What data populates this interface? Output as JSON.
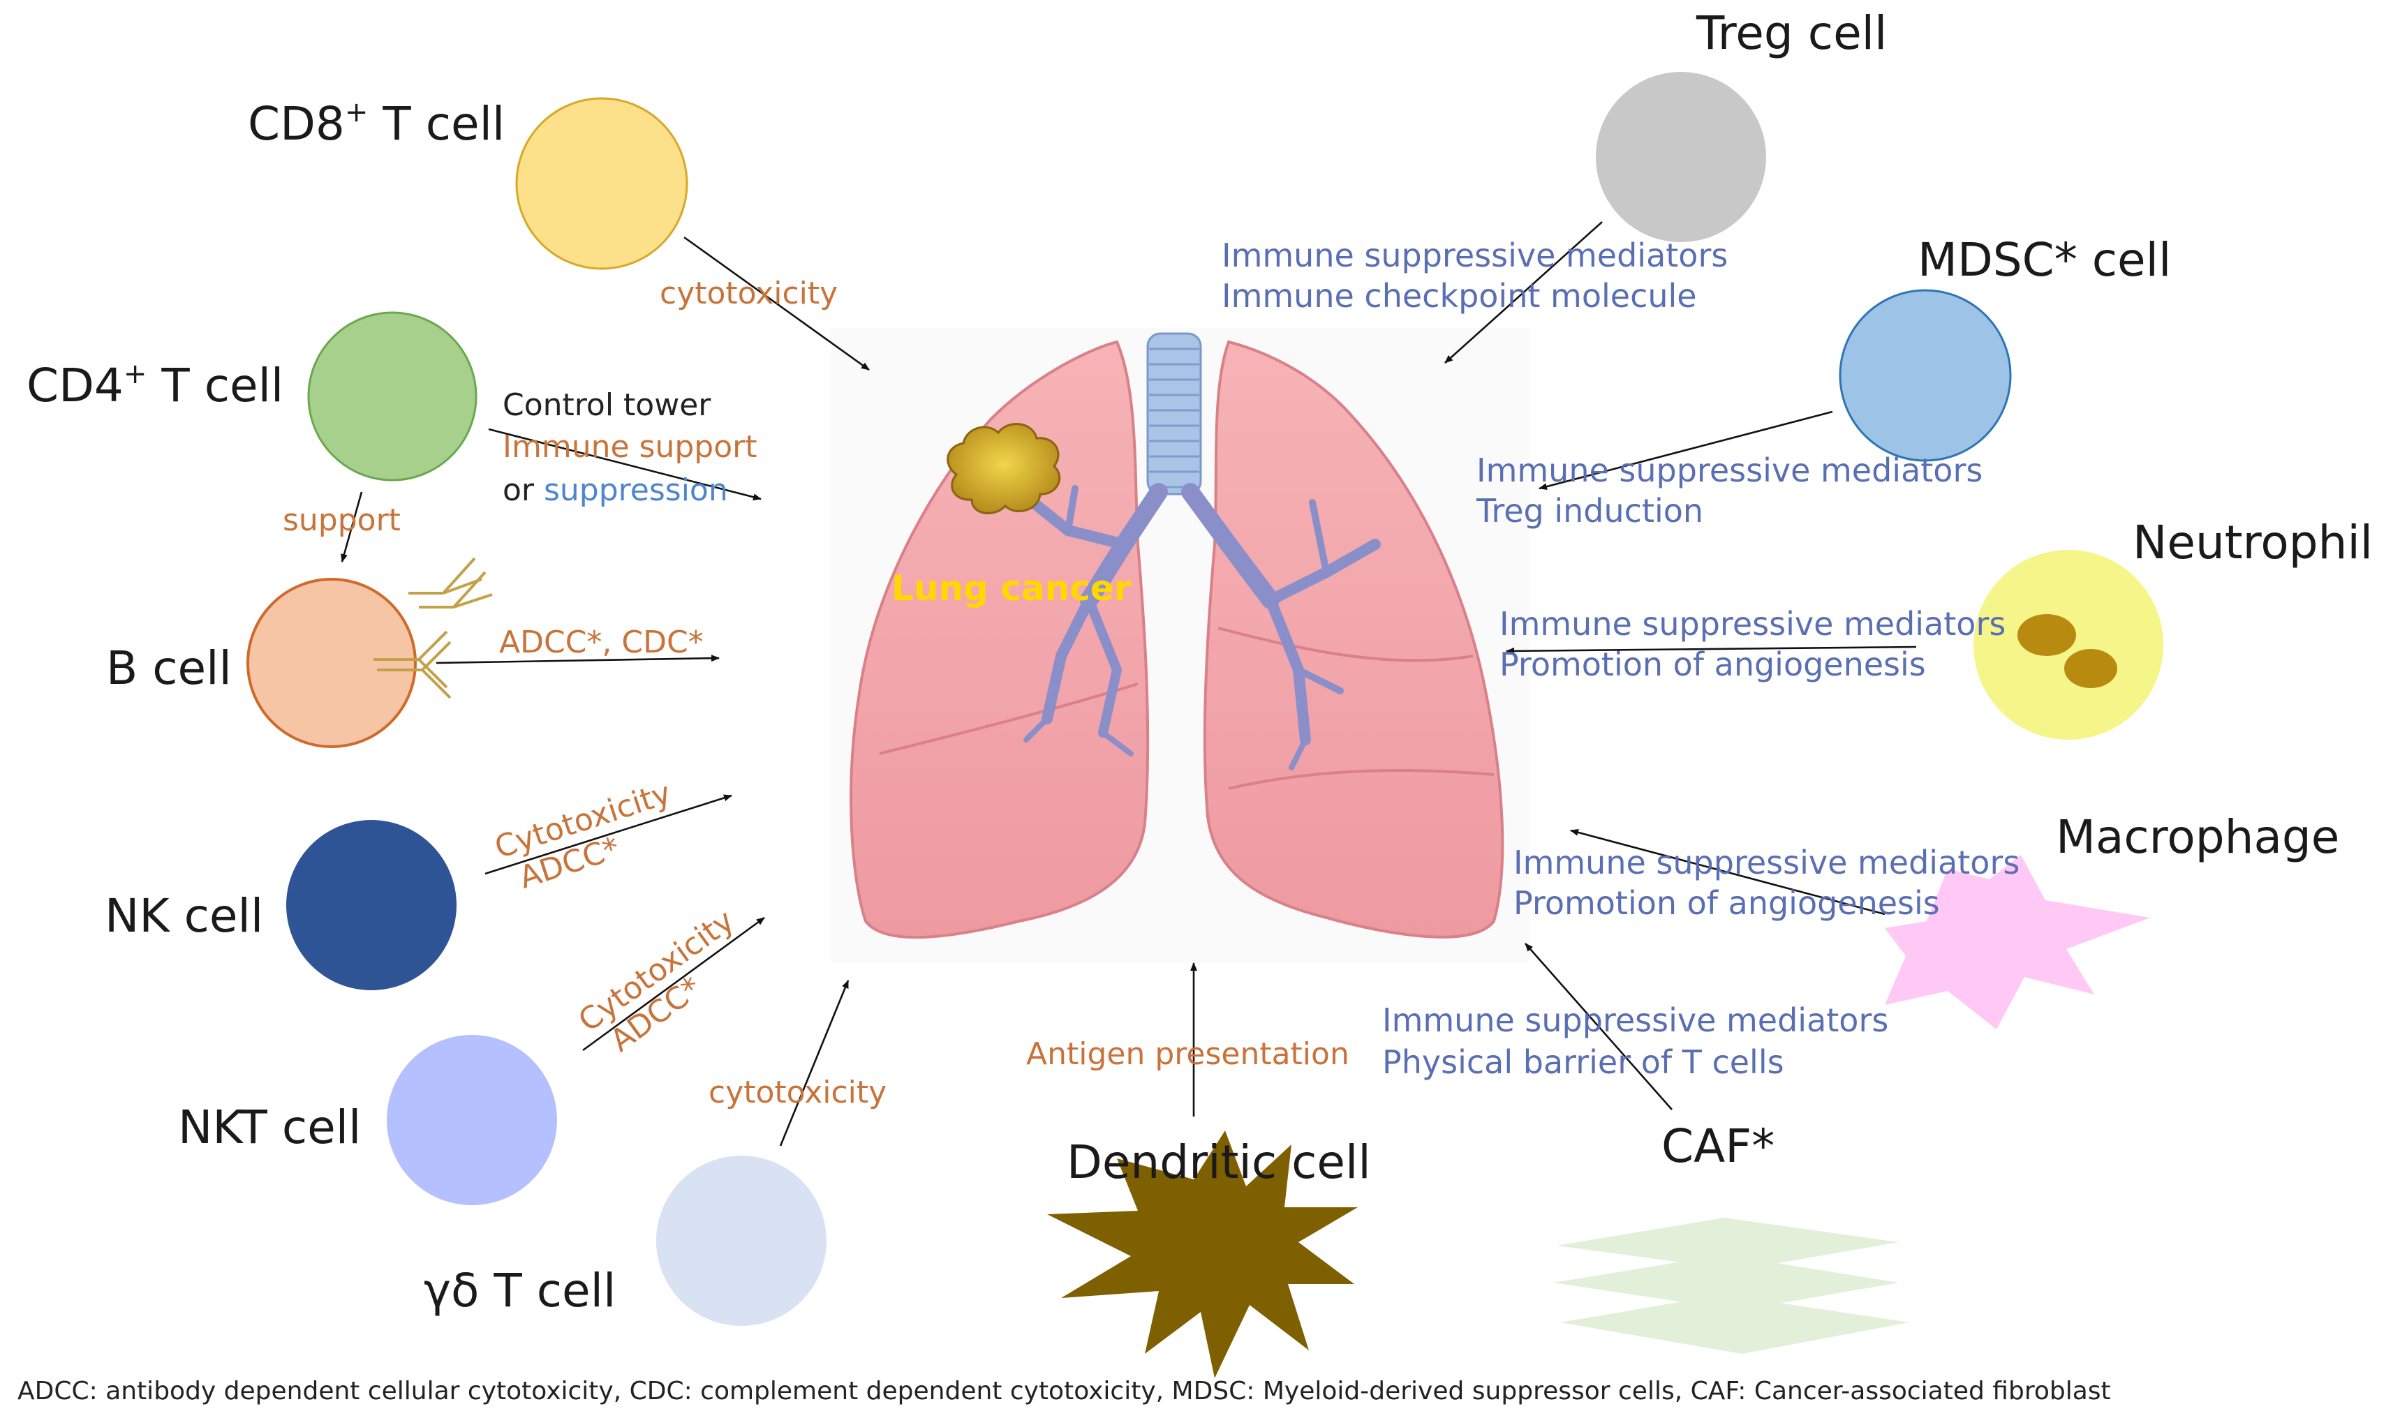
{
  "cells": {
    "cd8": {
      "name": "CD8",
      "sup": "+",
      "suffix": " T cell",
      "color": "#fde08a"
    },
    "cd4": {
      "name": "CD4",
      "sup": "+",
      "suffix": " T cell",
      "color": "#a8d08d"
    },
    "bcell": {
      "name": "B cell",
      "color": "#f5c5a5"
    },
    "nk": {
      "name": "NK cell",
      "color": "#2f5496"
    },
    "nkt": {
      "name": "NKT cell",
      "color": "#b4c0ff"
    },
    "gd": {
      "name": "γδ T cell",
      "color": "#d9e2f3"
    },
    "dendritic": {
      "name": "Dendritic cell",
      "color": "#7f6000"
    },
    "caf": {
      "name": "CAF*",
      "color": "#e2efd9"
    },
    "macrophage": {
      "name": "Macrophage",
      "color": "#ffc8f5"
    },
    "neutrophil": {
      "name": "Neutrophil",
      "color": "#f5f58a"
    },
    "mdsc": {
      "name": "MDSC* cell",
      "color": "#9dc3e6"
    },
    "treg": {
      "name": "Treg cell",
      "color": "#c8c8c8"
    }
  },
  "labels": {
    "cd8": "cytotoxicity",
    "cd4_line1": "Control tower",
    "cd4_line2": "Immune support",
    "cd4_line3_a": "or ",
    "cd4_line3_b": "suppression",
    "cd4_to_b": "support",
    "bcell": "ADCC*, CDC*",
    "nk_line1": "Cytotoxicity",
    "nk_line2": "ADCC*",
    "nkt_line1": "Cytotoxicity",
    "nkt_line2": "ADCC*",
    "gd": "cytotoxicity",
    "dendritic": "Antigen presentation",
    "caf_line1": "Immune suppressive mediators",
    "caf_line2": "Physical barrier of T cells",
    "macrophage_line1": "Immune suppressive mediators",
    "macrophage_line2": "Promotion of angiogenesis",
    "neutrophil_line1": "Immune suppressive mediators",
    "neutrophil_line2": "Promotion of angiogenesis",
    "mdsc_line1": "Immune suppressive mediators",
    "mdsc_line2": "Treg induction",
    "treg_line1": "Immune suppressive mediators",
    "treg_line2": "Immune checkpoint molecule"
  },
  "lung": {
    "label": "Lung cancer",
    "tissue_color": "#f4a3a8",
    "bronchi_color": "#a5bfe0",
    "tumor_color": "#c9a020"
  },
  "footnote": "ADCC: antibody dependent cellular cytotoxicity,  CDC: complement dependent cytotoxicity, MDSC: Myeloid-derived suppressor cells, CAF: Cancer-associated fibroblast"
}
